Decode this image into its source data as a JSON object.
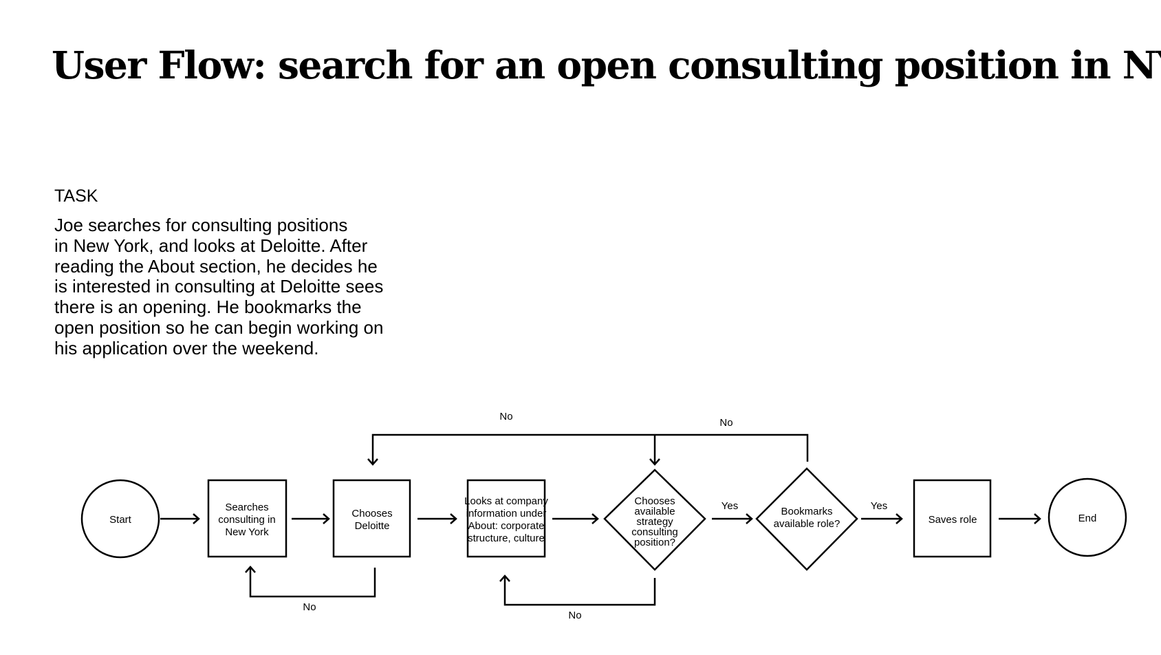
{
  "title": "User Flow: search for an open consulting position in NY",
  "task": {
    "label": "TASK",
    "lines": [
      "Joe searches for consulting positions",
      "in New York, and looks at Deloitte. After",
      "reading the About section, he decides he",
      "is interested in consulting at Deloitte sees",
      "there is an opening. He bookmarks the",
      "open position so he can begin working on",
      "his application over the weekend."
    ]
  },
  "flow": {
    "start": "Start",
    "step1": [
      "Searches",
      "consulting in",
      "New York"
    ],
    "step2": [
      "Chooses",
      "Deloitte"
    ],
    "step3": [
      "Looks at company",
      "information under",
      "About: corporate",
      "structure, culture"
    ],
    "decision1": [
      "Chooses",
      "available",
      "strategy",
      "consulting",
      "position?"
    ],
    "decision2": [
      "Bookmarks",
      "available role?"
    ],
    "step4": "Saves role",
    "end": "End",
    "labels": {
      "no_top_left": "No",
      "no_top_right": "No",
      "no_bottom_left": "No",
      "no_bottom_right": "No",
      "yes_1": "Yes",
      "yes_2": "Yes"
    }
  }
}
